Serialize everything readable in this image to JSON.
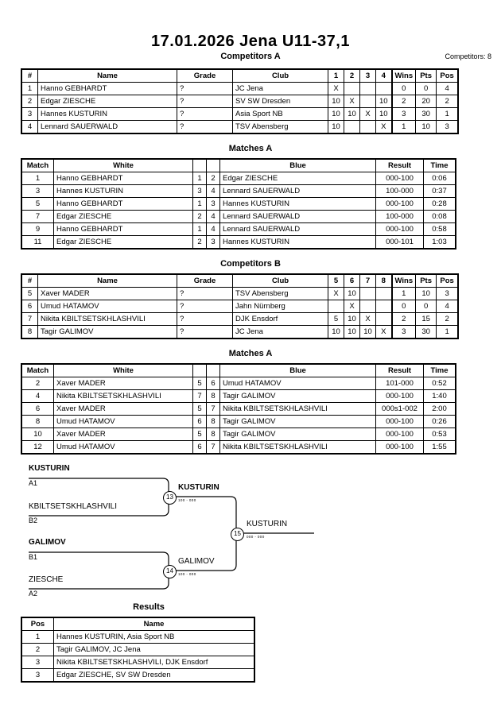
{
  "header": {
    "title": "17.01.2026  Jena   U11-37,1",
    "competitors_label": "Competitors: 8"
  },
  "sections": {
    "competitors_a_title": "Competitors A",
    "matches_a1_title": "Matches A",
    "competitors_b_title": "Competitors B",
    "matches_a2_title": "Matches A",
    "results_title": "Results"
  },
  "competitors_a": {
    "headers": [
      "#",
      "Name",
      "Grade",
      "Club",
      "1",
      "2",
      "3",
      "4",
      "Wins",
      "Pts",
      "Pos"
    ],
    "rows": [
      {
        "num": "1",
        "name": "Hanno GEBHARDT",
        "grade": "?",
        "club": "JC Jena",
        "s1": "X",
        "s2": "",
        "s3": "",
        "s4": "",
        "wins": "0",
        "pts": "0",
        "pos": "4"
      },
      {
        "num": "2",
        "name": "Edgar ZIESCHE",
        "grade": "?",
        "club": "SV SW Dresden",
        "s1": "10",
        "s2": "X",
        "s3": "",
        "s4": "10",
        "wins": "2",
        "pts": "20",
        "pos": "2"
      },
      {
        "num": "3",
        "name": "Hannes KUSTURIN",
        "grade": "?",
        "club": "Asia Sport NB",
        "s1": "10",
        "s2": "10",
        "s3": "X",
        "s4": "10",
        "wins": "3",
        "pts": "30",
        "pos": "1"
      },
      {
        "num": "4",
        "name": "Lennard SAUERWALD",
        "grade": "?",
        "club": "TSV Abensberg",
        "s1": "10",
        "s2": "",
        "s3": "",
        "s4": "X",
        "wins": "1",
        "pts": "10",
        "pos": "3"
      }
    ]
  },
  "matches_a1": {
    "headers": [
      "Match",
      "White",
      "",
      "",
      "Blue",
      "Result",
      "Time"
    ],
    "rows": [
      {
        "match": "1",
        "white": "Hanno GEBHARDT",
        "white_bold": false,
        "n1": "1",
        "n2": "2",
        "blue": "Edgar ZIESCHE",
        "blue_bold": true,
        "result": "000-100",
        "time": "0:06"
      },
      {
        "match": "3",
        "white": "Hannes KUSTURIN",
        "white_bold": true,
        "n1": "3",
        "n2": "4",
        "blue": "Lennard SAUERWALD",
        "blue_bold": false,
        "result": "100-000",
        "time": "0:37"
      },
      {
        "match": "5",
        "white": "Hanno GEBHARDT",
        "white_bold": false,
        "n1": "1",
        "n2": "3",
        "blue": "Hannes KUSTURIN",
        "blue_bold": true,
        "result": "000-100",
        "time": "0:28"
      },
      {
        "match": "7",
        "white": "Edgar ZIESCHE",
        "white_bold": true,
        "n1": "2",
        "n2": "4",
        "blue": "Lennard SAUERWALD",
        "blue_bold": false,
        "result": "100-000",
        "time": "0:08"
      },
      {
        "match": "9",
        "white": "Hanno GEBHARDT",
        "white_bold": false,
        "n1": "1",
        "n2": "4",
        "blue": "Lennard SAUERWALD",
        "blue_bold": true,
        "result": "000-100",
        "time": "0:58"
      },
      {
        "match": "11",
        "white": "Edgar ZIESCHE",
        "white_bold": false,
        "n1": "2",
        "n2": "3",
        "blue": "Hannes KUSTURIN",
        "blue_bold": true,
        "result": "000-101",
        "time": "1:03"
      }
    ]
  },
  "competitors_b": {
    "headers": [
      "#",
      "Name",
      "Grade",
      "Club",
      "5",
      "6",
      "7",
      "8",
      "Wins",
      "Pts",
      "Pos"
    ],
    "rows": [
      {
        "num": "5",
        "name": "Xaver MADER",
        "grade": "?",
        "club": "TSV Abensberg",
        "s1": "X",
        "s2": "10",
        "s3": "",
        "s4": "",
        "wins": "1",
        "pts": "10",
        "pos": "3"
      },
      {
        "num": "6",
        "name": "Umud HATAMOV",
        "grade": "?",
        "club": "Jahn Nürnberg",
        "s1": "",
        "s2": "X",
        "s3": "",
        "s4": "",
        "wins": "0",
        "pts": "0",
        "pos": "4"
      },
      {
        "num": "7",
        "name": "Nikita KBILTSETSKHLASHVILI",
        "grade": "?",
        "club": "DJK Ensdorf",
        "s1": "5",
        "s2": "10",
        "s3": "X",
        "s4": "",
        "wins": "2",
        "pts": "15",
        "pos": "2"
      },
      {
        "num": "8",
        "name": "Tagir GALIMOV",
        "grade": "?",
        "club": "JC Jena",
        "s1": "10",
        "s2": "10",
        "s3": "10",
        "s4": "X",
        "wins": "3",
        "pts": "30",
        "pos": "1"
      }
    ]
  },
  "matches_a2": {
    "headers": [
      "Match",
      "White",
      "",
      "",
      "Blue",
      "Result",
      "Time"
    ],
    "rows": [
      {
        "match": "2",
        "white": "Xaver MADER",
        "white_bold": true,
        "n1": "5",
        "n2": "6",
        "blue": "Umud HATAMOV",
        "blue_bold": false,
        "result": "101-000",
        "time": "0:52"
      },
      {
        "match": "4",
        "white": "Nikita KBILTSETSKHLASHVILI",
        "white_bold": false,
        "n1": "7",
        "n2": "8",
        "blue": "Tagir GALIMOV",
        "blue_bold": true,
        "result": "000-100",
        "time": "1:40"
      },
      {
        "match": "6",
        "white": "Xaver MADER",
        "white_bold": false,
        "n1": "5",
        "n2": "7",
        "blue": "Nikita KBILTSETSKHLASHVILI",
        "blue_bold": true,
        "result": "000s1-002",
        "time": "2:00"
      },
      {
        "match": "8",
        "white": "Umud HATAMOV",
        "white_bold": false,
        "n1": "6",
        "n2": "8",
        "blue": "Tagir GALIMOV",
        "blue_bold": true,
        "result": "000-100",
        "time": "0:26"
      },
      {
        "match": "10",
        "white": "Xaver MADER",
        "white_bold": false,
        "n1": "5",
        "n2": "8",
        "blue": "Tagir GALIMOV",
        "blue_bold": true,
        "result": "000-100",
        "time": "0:53"
      },
      {
        "match": "12",
        "white": "Umud HATAMOV",
        "white_bold": false,
        "n1": "6",
        "n2": "7",
        "blue": "Nikita KBILTSETSKHLASHVILI",
        "blue_bold": true,
        "result": "000-100",
        "time": "1:55"
      }
    ]
  },
  "bracket": {
    "entries": [
      {
        "name": "KUSTURIN",
        "seed": "A1",
        "bold": true
      },
      {
        "name": "KBILTSETSKHLASHVILI",
        "seed": "B2",
        "bold": false
      },
      {
        "name": "GALIMOV",
        "seed": "B1",
        "bold": true
      },
      {
        "name": "ZIESCHE",
        "seed": "A2",
        "bold": false
      }
    ],
    "semifinal_top": {
      "node": "13",
      "winner": "KUSTURIN",
      "score": "100 - 000"
    },
    "semifinal_bottom": {
      "node": "14",
      "winner": "GALIMOV",
      "score": "100 - 000"
    },
    "final": {
      "node": "15",
      "winner": "KUSTURIN",
      "score": "000 - 000"
    }
  },
  "results": {
    "headers": [
      "Pos",
      "Name"
    ],
    "rows": [
      {
        "pos": "1",
        "name": "Hannes KUSTURIN, Asia Sport NB"
      },
      {
        "pos": "2",
        "name": "Tagir GALIMOV, JC Jena"
      },
      {
        "pos": "3",
        "name": "Nikita KBILTSETSKHLASHVILI, DJK Ensdorf"
      },
      {
        "pos": "3",
        "name": "Edgar ZIESCHE, SV SW Dresden"
      }
    ]
  }
}
